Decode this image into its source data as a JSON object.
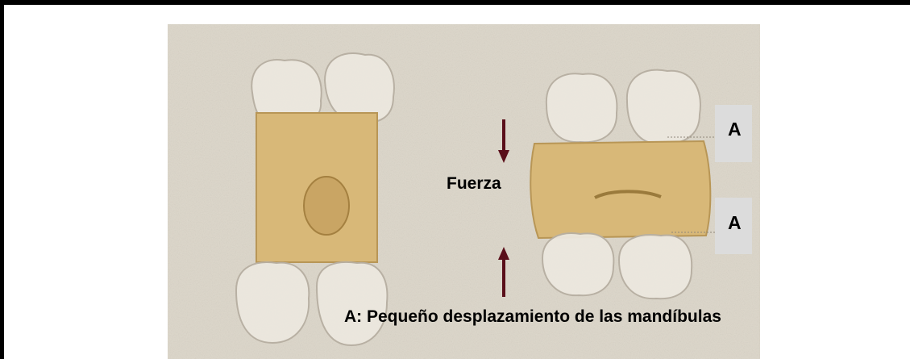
{
  "labels": {
    "force": "Fuerza",
    "marker_top": "A",
    "marker_bottom": "A",
    "caption": "A: Pequeño desplazamiento de las mandíbulas"
  },
  "colors": {
    "frame": "#000000",
    "photo_bg": "#dcd6c9",
    "block": "#d8b878",
    "arrow": "#5a0f1a",
    "tag_bg": "#dcdcdc"
  }
}
